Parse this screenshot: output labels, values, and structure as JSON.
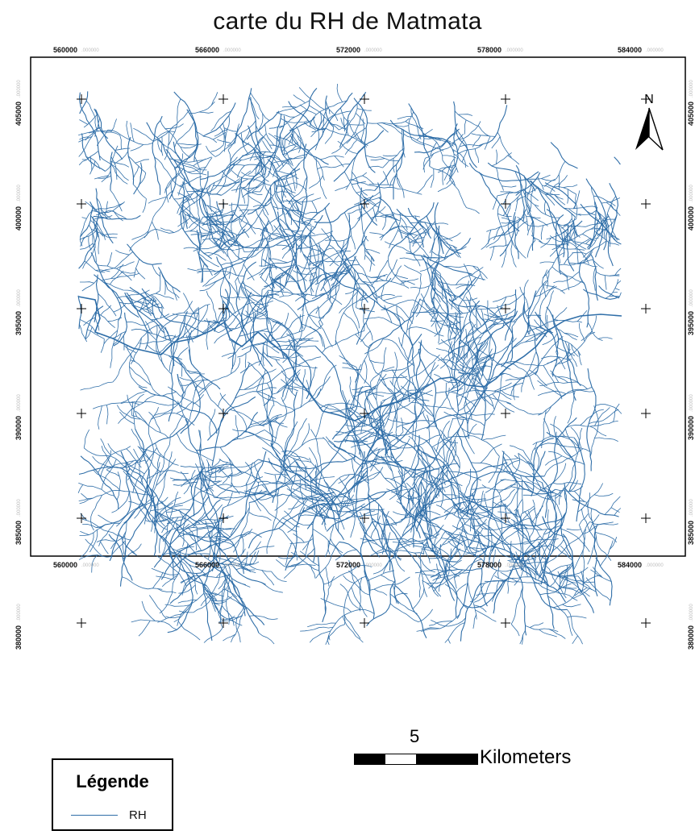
{
  "title": "carte du RH de Matmata",
  "x_ticks": [
    "560000",
    "566000",
    "572000",
    "578000",
    "584000"
  ],
  "y_ticks": [
    "405000",
    "400000",
    "395000",
    "390000",
    "385000",
    "380000"
  ],
  "tick_suffix": ".000000",
  "north_arrow": {
    "label": "N"
  },
  "legend": {
    "title": "Légende",
    "items": [
      {
        "label": "RH",
        "color": "#2f6ea8"
      }
    ]
  },
  "scale_bar": {
    "value": "5",
    "unit": "Kilometers"
  },
  "colors": {
    "river": "#2f6ea8",
    "frame": "#000000",
    "background": "#ffffff"
  }
}
